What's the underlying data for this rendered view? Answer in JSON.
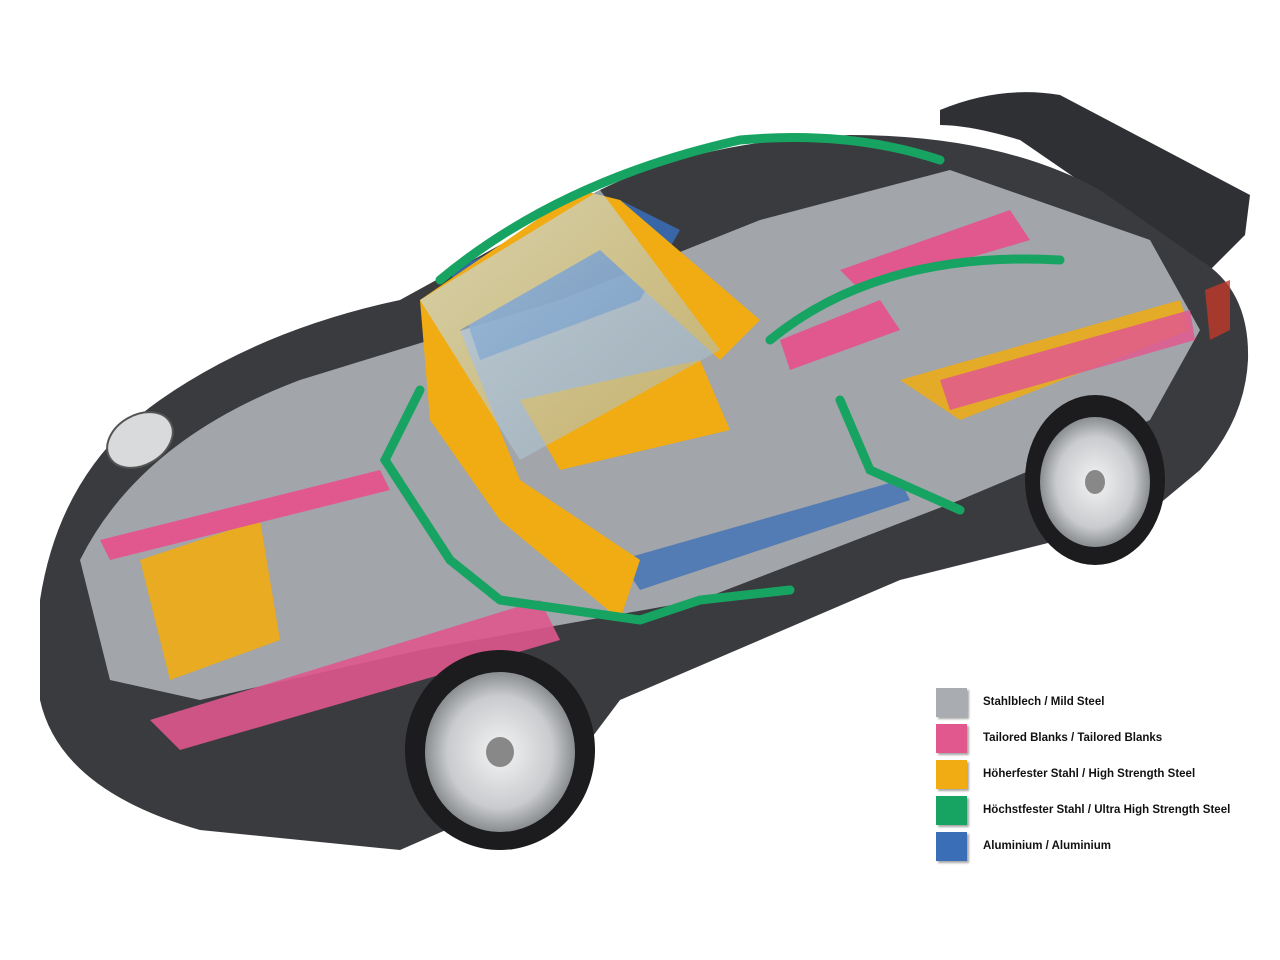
{
  "legend": {
    "items": [
      {
        "label": "Stahlblech / Mild Steel",
        "color": "#a9adb2"
      },
      {
        "label": "Tailored Blanks / Tailored Blanks",
        "color": "#e0588e"
      },
      {
        "label": "Höherfester Stahl / High Strength Steel",
        "color": "#f0ac12"
      },
      {
        "label": "Höchstfester Stahl / Ultra High Strength Steel",
        "color": "#17a462"
      },
      {
        "label": "Aluminium / Aluminium",
        "color": "#3a6fb8"
      }
    ]
  }
}
